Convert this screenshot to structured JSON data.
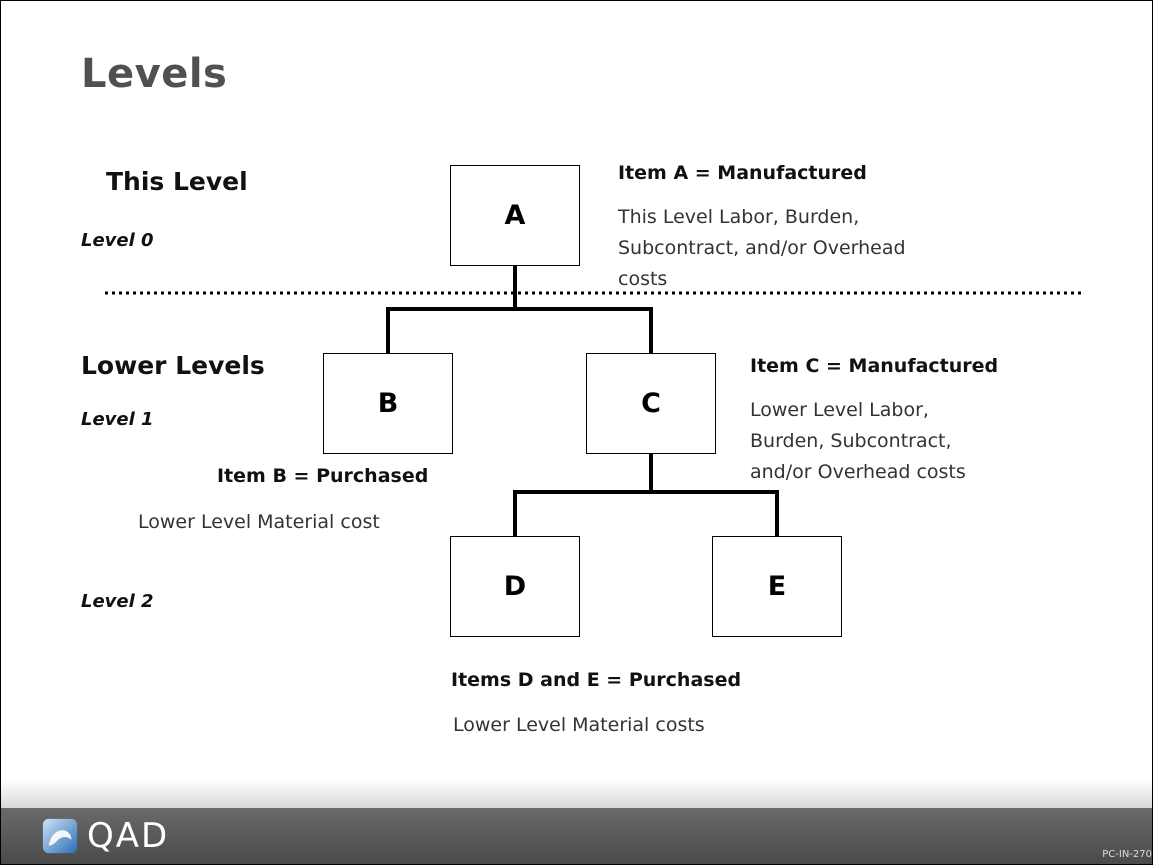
{
  "slide": {
    "title": "Levels",
    "sections": {
      "this_level": "This Level",
      "lower_levels": "Lower Levels"
    },
    "levels": {
      "level0": "Level 0",
      "level1": "Level 1",
      "level2": "Level 2"
    },
    "nodes": {
      "a": "A",
      "b": "B",
      "c": "C",
      "d": "D",
      "e": "E"
    },
    "notes": {
      "item_a": {
        "heading": "Item A = Manufactured",
        "lines": [
          "This Level Labor, Burden,",
          "Subcontract, and/or Overhead",
          "costs"
        ]
      },
      "item_b": {
        "heading": "Item B = Purchased",
        "lines": [
          "Lower Level Material cost"
        ]
      },
      "item_c": {
        "heading": "Item C = Manufactured",
        "lines": [
          "Lower Level Labor,",
          "Burden, Subcontract,",
          "and/or Overhead costs"
        ]
      },
      "items_de": {
        "heading": "Items D and E = Purchased",
        "lines": [
          "Lower Level Material costs"
        ]
      }
    }
  },
  "footer": {
    "logo": "QAD",
    "page_id": "PC-IN-270"
  }
}
